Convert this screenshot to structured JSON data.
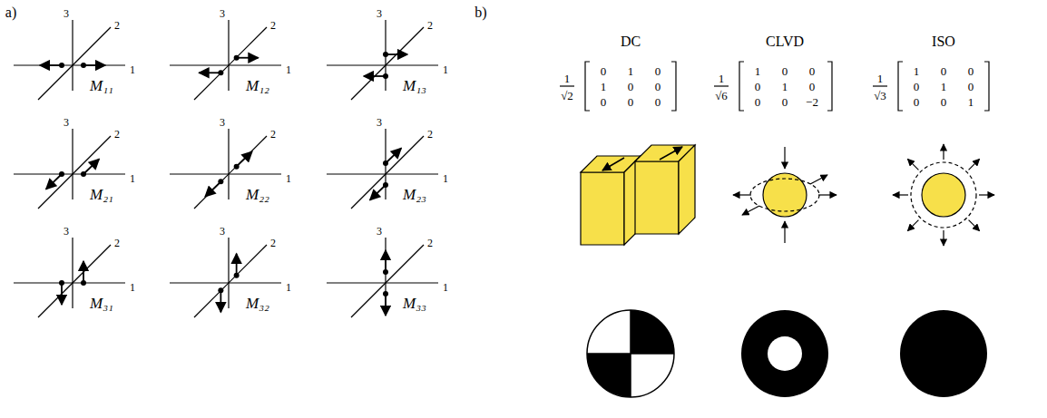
{
  "diagram": {
    "labels": [
      "a)",
      "3",
      "2",
      "1",
      "M₁₁",
      "3",
      "2",
      "1",
      "M₁₂",
      "3",
      "2",
      "1",
      "M₁₃",
      "3",
      "2",
      "1",
      "M₂₁",
      "3",
      "2",
      "1",
      "M₂₂",
      "3",
      "2",
      "1",
      "M₂₃",
      "3",
      "2",
      "1",
      "M₃₁",
      "3",
      "2",
      "1",
      "M₃₂",
      "3",
      "2",
      "1",
      "M₃₃",
      "b)",
      "DC",
      "1",
      "√2",
      "0",
      "1",
      "0",
      "1",
      "0",
      "0",
      "0",
      "0",
      "0",
      "CLVD",
      "1",
      "√6",
      "1",
      "0",
      "0",
      "0",
      "1",
      "0",
      "0",
      "0",
      "−2",
      "ISO",
      "1",
      "√3",
      "1",
      "0",
      "0",
      "0",
      "1",
      "0",
      "0",
      "0",
      "1"
    ]
  }
}
